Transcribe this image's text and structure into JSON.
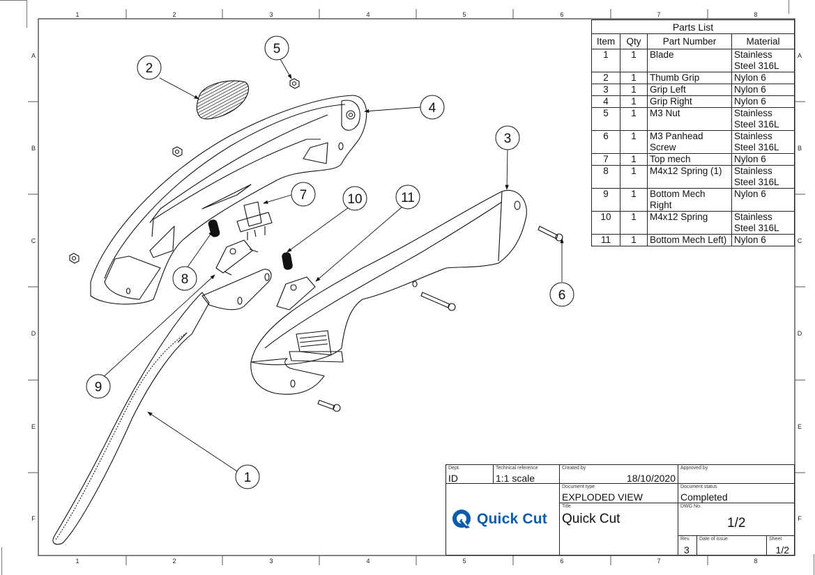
{
  "drawing": {
    "zones": {
      "columns": [
        "1",
        "2",
        "3",
        "4",
        "5",
        "6",
        "7",
        "8"
      ],
      "rows": [
        "A",
        "B",
        "C",
        "D",
        "E",
        "F"
      ]
    },
    "balloons": [
      "1",
      "2",
      "3",
      "4",
      "5",
      "6",
      "7",
      "8",
      "9",
      "10",
      "11"
    ]
  },
  "parts_list": {
    "title": "Parts List",
    "headers": [
      "Item",
      "Qty",
      "Part Number",
      "Material"
    ],
    "rows": [
      {
        "item": "1",
        "qty": "1",
        "part": "Blade",
        "material_l1": "Stainless",
        "material_l2": "Steel 316L"
      },
      {
        "item": "2",
        "qty": "1",
        "part": "Thumb Grip",
        "material_l1": "Nylon 6",
        "material_l2": ""
      },
      {
        "item": "3",
        "qty": "1",
        "part": "Grip Left",
        "material_l1": "Nylon 6",
        "material_l2": ""
      },
      {
        "item": "4",
        "qty": "1",
        "part": "Grip Right",
        "material_l1": "Nylon 6",
        "material_l2": ""
      },
      {
        "item": "5",
        "qty": "1",
        "part": "M3 Nut",
        "material_l1": "Stainless",
        "material_l2": "Steel 316L"
      },
      {
        "item": "6",
        "qty": "1",
        "part": "M3 Panhead",
        "part_l2": "Screw",
        "material_l1": "Stainless",
        "material_l2": "Steel 316L"
      },
      {
        "item": "7",
        "qty": "1",
        "part": "Top mech",
        "material_l1": "Nylon 6",
        "material_l2": ""
      },
      {
        "item": "8",
        "qty": "1",
        "part": "M4x12 Spring (1)",
        "material_l1": "Stainless",
        "material_l2": "Steel 316L"
      },
      {
        "item": "9",
        "qty": "1",
        "part": "Bottom Mech Right",
        "material_l1": "Nylon 6",
        "material_l2": ""
      },
      {
        "item": "10",
        "qty": "1",
        "part": "M4x12 Spring",
        "material_l1": "Stainless",
        "material_l2": "Steel 316L"
      },
      {
        "item": "11",
        "qty": "1",
        "part": "Bottom Mech Left)",
        "material_l1": "Nylon 6",
        "material_l2": ""
      }
    ]
  },
  "title_block": {
    "dept_label": "Dept.",
    "dept": "ID",
    "tech_ref_label": "Technical reference",
    "tech_ref": "1:1 scale",
    "created_by_label": "Created by",
    "created_date": "18/10/2020",
    "approved_by_label": "Approved by",
    "approved_by": "",
    "doc_type_label": "Document type",
    "doc_type": "EXPLODED VIEW",
    "doc_status_label": "Document status",
    "doc_status": "Completed",
    "title_label": "Title",
    "title": "Quick Cut",
    "dwg_no_label": "DWG No.",
    "dwg_no": "1/2",
    "rev_label": "Rev.",
    "rev": "3",
    "date_issue_label": "Date of issue",
    "date_issue": "",
    "sheet_label": "Sheet",
    "sheet": "1/2",
    "logo_text": "Quick Cut",
    "logo_color": "#0b5cad"
  }
}
